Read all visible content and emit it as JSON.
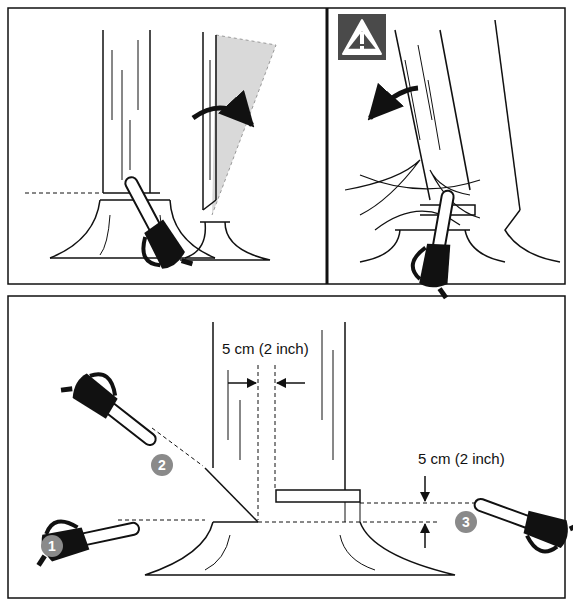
{
  "diagram": {
    "labels": [
      "5 cm (2 inch)",
      "5 cm (2 inch)",
      "1",
      "2",
      "3"
    ]
  }
}
